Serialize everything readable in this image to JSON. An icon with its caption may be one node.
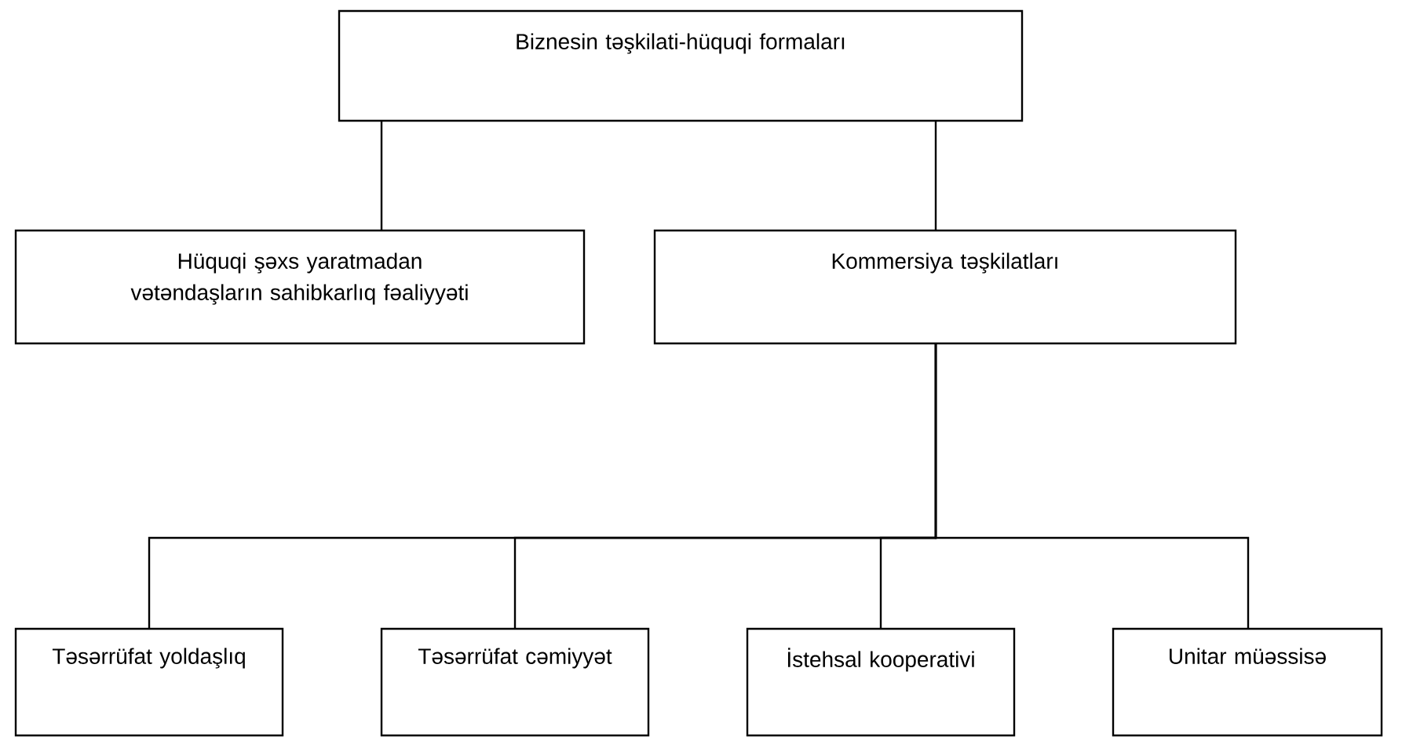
{
  "diagram": {
    "nodes": [
      {
        "text": [
          "Biznesin təşkilati-hüquqi formaları"
        ]
      },
      {
        "text": [
          "Hüquqi şəxs yaratmadan vətəndaşların sahibkarlıq fəaliyyəti"
        ]
      },
      {
        "text": [
          "Kommersiya təşkilatları"
        ]
      },
      {
        "text": [
          "Təsərrüfat yoldaşlıq"
        ]
      },
      {
        "text": [
          "Təsərrüfat cəmiyyət"
        ]
      },
      {
        "text": [
          "İstehsal kooperativi"
        ]
      },
      {
        "text": [
          "Unitar müəssisə"
        ]
      }
    ],
    "edges": [
      {
        "from": 0,
        "to": 1,
        "arrow": "none"
      },
      {
        "from": 0,
        "to": 2,
        "arrow": "none"
      },
      {
        "from": 2,
        "to": 3,
        "arrow": "none"
      },
      {
        "from": 2,
        "to": 4,
        "arrow": "none"
      },
      {
        "from": 2,
        "to": 5,
        "arrow": "none"
      },
      {
        "from": 2,
        "to": 6,
        "arrow": "none"
      }
    ]
  }
}
